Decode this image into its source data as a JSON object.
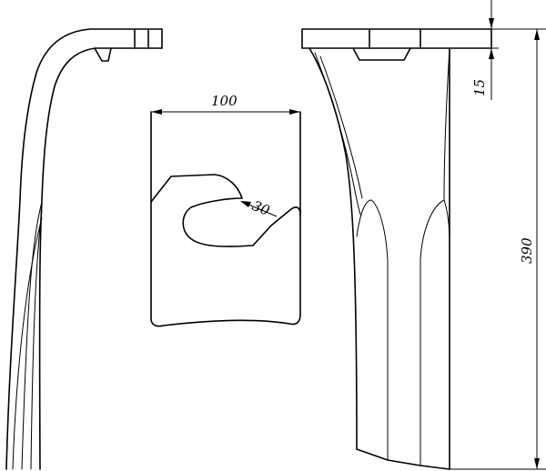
{
  "drawing": {
    "dimensions": {
      "width_label": "100",
      "slot_label": "30",
      "collar_label": "15",
      "height_label": "390"
    }
  }
}
